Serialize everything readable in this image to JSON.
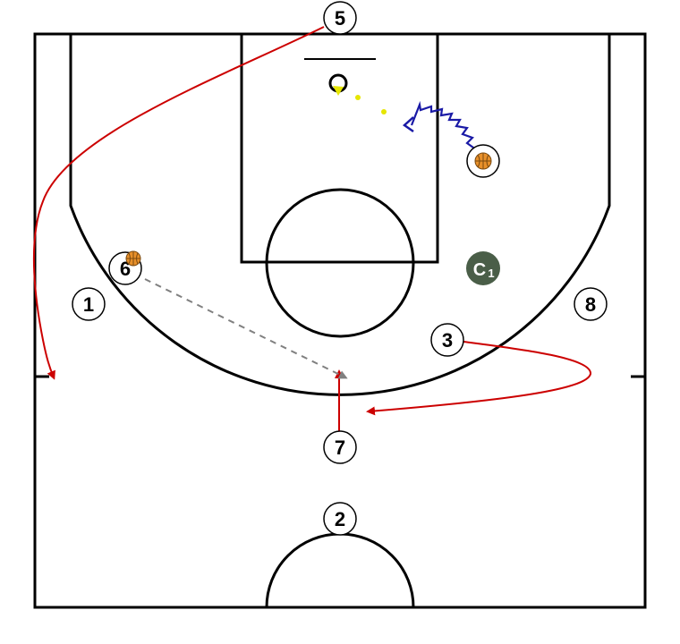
{
  "colors": {
    "court_lines": "#000000",
    "cut": "#cc0000",
    "pass": "#808080",
    "dribble": "#1a1aa6",
    "shot": "#e6e600",
    "coach": "#4a5e48",
    "ball": "#e8902a"
  },
  "players": [
    {
      "id": "p1",
      "label": "1"
    },
    {
      "id": "p2",
      "label": "2"
    },
    {
      "id": "p3",
      "label": "3"
    },
    {
      "id": "p5",
      "label": "5"
    },
    {
      "id": "p6",
      "label": "6"
    },
    {
      "id": "p7",
      "label": "7"
    },
    {
      "id": "p8",
      "label": "8"
    }
  ],
  "coach": {
    "label": "C",
    "sub": "1"
  },
  "icons": [
    "basketball-icon",
    "hoop-icon"
  ]
}
